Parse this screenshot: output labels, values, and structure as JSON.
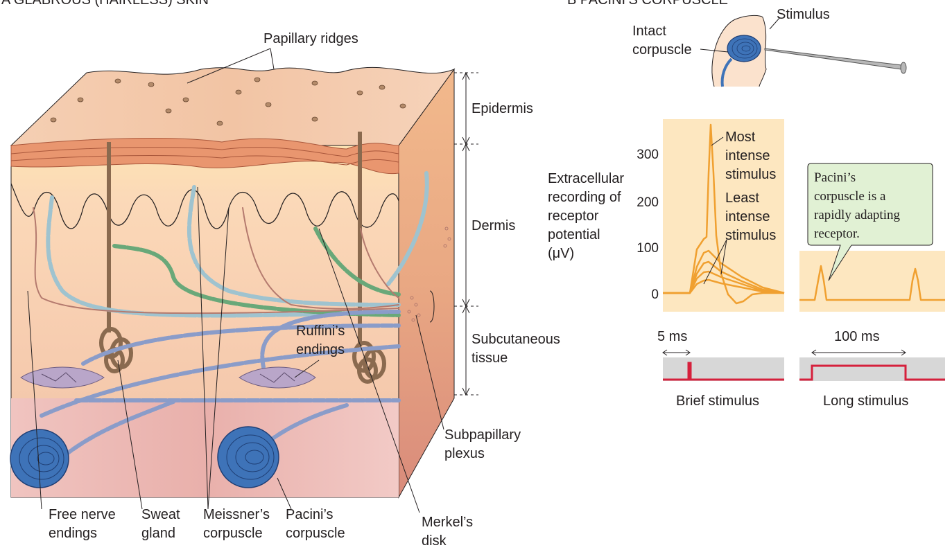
{
  "panel_a": {
    "heading": "A  GLABROUS (HAIRLESS) SKIN",
    "labels": {
      "papillary_ridges": "Papillary ridges",
      "epidermis": "Epidermis",
      "dermis": "Dermis",
      "subcutaneous_1": "Subcutaneous",
      "subcutaneous_2": "tissue",
      "ruffini_1": "Ruffini’s",
      "ruffini_2": "endings",
      "subpapillary_1": "Subpapillary",
      "subpapillary_2": "plexus",
      "free_nerve_1": "Free nerve",
      "free_nerve_2": "endings",
      "sweat_1": "Sweat",
      "sweat_2": "gland",
      "meissner_1": "Meissner’s",
      "meissner_2": "corpuscle",
      "pacini_1": "Pacini’s",
      "pacini_2": "corpuscle",
      "merkel_1": "Merkel’s",
      "merkel_2": "disk"
    }
  },
  "panel_b": {
    "heading": "B  PACINI’S CORPUSCLE",
    "intact_1": "Intact",
    "intact_2": "corpuscle",
    "stimulus": "Stimulus",
    "ylabel": [
      "Extracellular",
      "recording of",
      "receptor",
      "potential",
      "(μV)"
    ],
    "yticks": [
      "300",
      "200",
      "100",
      "0"
    ],
    "annot_most": [
      "Most",
      "intense",
      "stimulus"
    ],
    "annot_least": [
      "Least",
      "intense",
      "stimulus"
    ],
    "callout": [
      "Pacini’s",
      "corpuscle is a",
      "rapidly adapting",
      "receptor."
    ],
    "scale_brief": "5 ms",
    "scale_long": "100 ms",
    "caption_brief": "Brief stimulus",
    "caption_long": "Long stimulus",
    "colors": {
      "trace": "#f0a030",
      "stim": "#d6203c",
      "plot_bg": "#fde7c0",
      "callout_bg": "#e1f1d4"
    }
  }
}
